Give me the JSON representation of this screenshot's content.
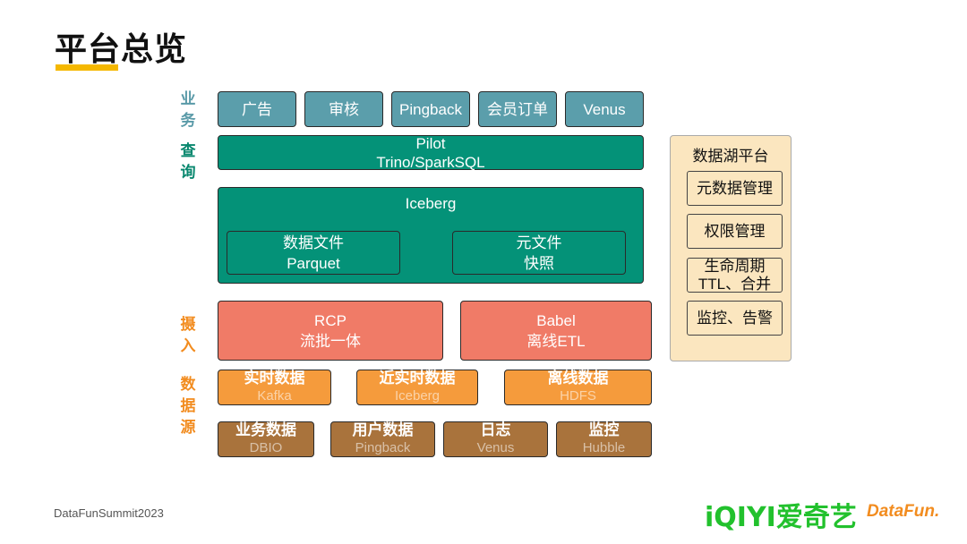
{
  "title": "平台总览",
  "side_labels": {
    "business": "业务",
    "query": "查询",
    "ingest": "摄入",
    "source": "数据源"
  },
  "business": [
    "广告",
    "审核",
    "Pingback",
    "会员订单",
    "Venus"
  ],
  "query": {
    "line1": "Pilot",
    "line2": "Trino/SparkSQL"
  },
  "iceberg": {
    "title": "Iceberg",
    "data_files": {
      "line1": "数据文件",
      "line2": "Parquet"
    },
    "meta_files": {
      "line1": "元文件",
      "line2": "快照"
    }
  },
  "ingest": [
    {
      "line1": "RCP",
      "line2": "流批一体"
    },
    {
      "line1": "Babel",
      "line2": "离线ETL"
    }
  ],
  "sources_row1": [
    {
      "name": "实时数据",
      "sub": "Kafka"
    },
    {
      "name": "近实时数据",
      "sub": "Iceberg"
    },
    {
      "name": "离线数据",
      "sub": "HDFS"
    }
  ],
  "sources_row2": [
    {
      "name": "业务数据",
      "sub": "DBIO"
    },
    {
      "name": "用户数据",
      "sub": "Pingback"
    },
    {
      "name": "日志",
      "sub": "Venus"
    },
    {
      "name": "监控",
      "sub": "Hubble"
    }
  ],
  "lake": {
    "title": "数据湖平台",
    "items": [
      "元数据管理",
      "权限管理",
      "生命周期\nTTL、合并",
      "监控、告警"
    ],
    "item_lines": [
      [
        "元数据管理"
      ],
      [
        "权限管理"
      ],
      [
        "生命周期",
        "TTL、合并"
      ],
      [
        "监控、告警"
      ]
    ]
  },
  "footer": "DataFunSummit2023",
  "logos": {
    "iqiyi": "iQIYI爱奇艺",
    "datafun": "DataFun."
  },
  "colors": {
    "business": "#5b9eab",
    "query": "#049278",
    "ingest": "#f07b67",
    "source_realtime": "#f59b3c",
    "source_business": "#a9733c",
    "lake": "#fbe6bf",
    "accent": "#f5b800"
  }
}
